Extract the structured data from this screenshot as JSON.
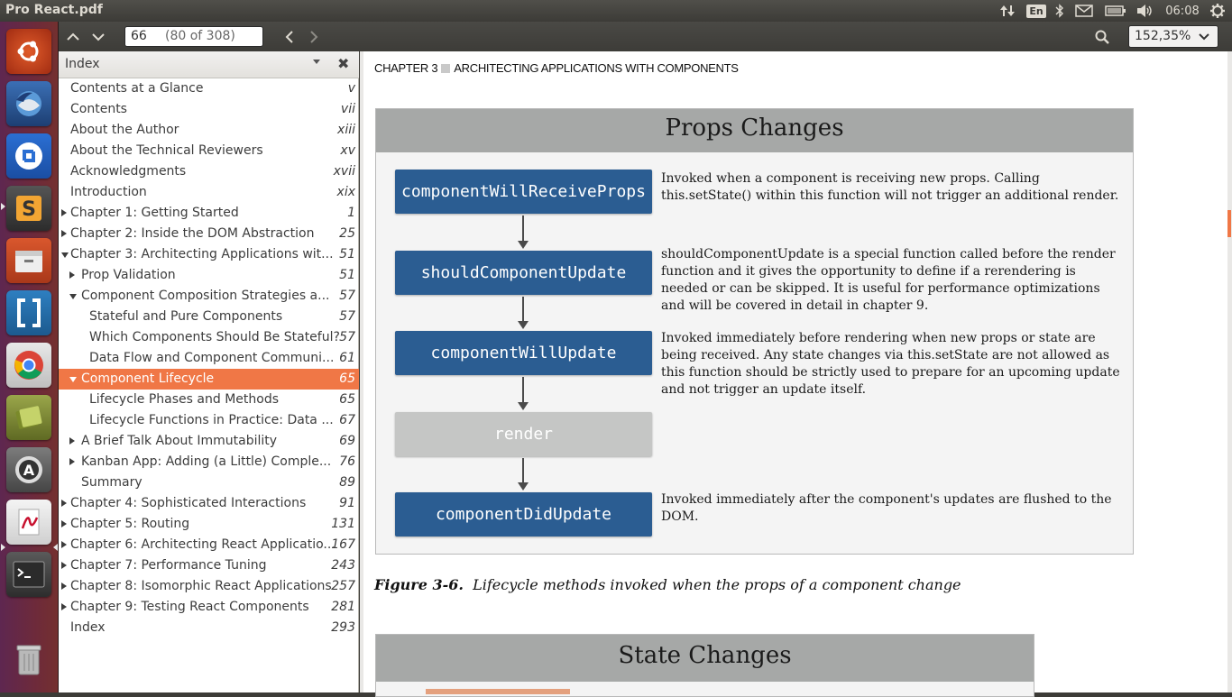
{
  "window": {
    "title": "Pro React.pdf"
  },
  "tray": {
    "lang": "En",
    "clock": "06:08"
  },
  "toolbar": {
    "page_number": "66",
    "page_of": "(80 of 308)",
    "zoom": "152,35%"
  },
  "sidebar": {
    "title": "Index",
    "items": [
      {
        "label": "Contents at a Glance",
        "page": "v",
        "level": 0,
        "expander": "none"
      },
      {
        "label": "Contents",
        "page": "vii",
        "level": 0,
        "expander": "none"
      },
      {
        "label": "About the Author",
        "page": "xiii",
        "level": 0,
        "expander": "none"
      },
      {
        "label": "About the Technical Reviewers",
        "page": "xv",
        "level": 0,
        "expander": "none"
      },
      {
        "label": "Acknowledgments",
        "page": "xvii",
        "level": 0,
        "expander": "none"
      },
      {
        "label": "Introduction",
        "page": "xix",
        "level": 0,
        "expander": "none"
      },
      {
        "label": "Chapter 1: Getting Started",
        "page": "1",
        "level": 0,
        "expander": "right"
      },
      {
        "label": "Chapter 2: Inside the DOM Abstraction",
        "page": "25",
        "level": 0,
        "expander": "right"
      },
      {
        "label": "Chapter 3: Architecting Applications wit...",
        "page": "51",
        "level": 0,
        "expander": "down"
      },
      {
        "label": "Prop Validation",
        "page": "51",
        "level": 1,
        "expander": "right"
      },
      {
        "label": "Component Composition Strategies a...",
        "page": "57",
        "level": 1,
        "expander": "down"
      },
      {
        "label": "Stateful and Pure Components",
        "page": "57",
        "level": 2,
        "expander": "none"
      },
      {
        "label": "Which Components Should Be Stateful?",
        "page": "57",
        "level": 2,
        "expander": "none"
      },
      {
        "label": "Data Flow and Component Communi...",
        "page": "61",
        "level": 2,
        "expander": "none"
      },
      {
        "label": "Component Lifecycle",
        "page": "65",
        "level": 1,
        "expander": "down",
        "selected": true
      },
      {
        "label": "Lifecycle Phases and Methods",
        "page": "65",
        "level": 2,
        "expander": "none"
      },
      {
        "label": "Lifecycle Functions in Practice: Data ...",
        "page": "67",
        "level": 2,
        "expander": "none"
      },
      {
        "label": "A Brief Talk About Immutability",
        "page": "69",
        "level": 1,
        "expander": "right"
      },
      {
        "label": "Kanban App: Adding (a Little) Comple...",
        "page": "76",
        "level": 1,
        "expander": "right"
      },
      {
        "label": "Summary",
        "page": "89",
        "level": 1,
        "expander": "none"
      },
      {
        "label": "Chapter 4: Sophisticated Interactions",
        "page": "91",
        "level": 0,
        "expander": "right"
      },
      {
        "label": "Chapter 5: Routing",
        "page": "131",
        "level": 0,
        "expander": "right"
      },
      {
        "label": "Chapter 6: Architecting React Applicatio...",
        "page": "167",
        "level": 0,
        "expander": "right"
      },
      {
        "label": "Chapter 7: Performance Tuning",
        "page": "243",
        "level": 0,
        "expander": "right"
      },
      {
        "label": "Chapter 8: Isomorphic React Applications",
        "page": "257",
        "level": 0,
        "expander": "right"
      },
      {
        "label": "Chapter 9: Testing React Components",
        "page": "281",
        "level": 0,
        "expander": "right"
      },
      {
        "label": "Index",
        "page": "293",
        "level": 0,
        "expander": "none"
      }
    ]
  },
  "document": {
    "chapter": "CHAPTER 3",
    "chapter_title": "ARCHITECTING APPLICATIONS WITH COMPONENTS",
    "figure": {
      "title": "Props Changes",
      "methods": [
        {
          "name": "componentWillReceiveProps",
          "style": "blue",
          "description": "Invoked when a component is receiving new props. Calling this.setState() within this function will not trigger an additional render."
        },
        {
          "name": "shouldComponentUpdate",
          "style": "blue",
          "description": "shouldComponentUpdate is a special function called before the render function and it gives the opportunity to define if a rerendering is needed or can be skipped. It is useful for performance optimizations and will be covered in detail in chapter 9."
        },
        {
          "name": "componentWillUpdate",
          "style": "blue",
          "description": "Invoked immediately before rendering when new props or state are being received. Any state changes via this.setState are not allowed as this function should be strictly used to prepare for an upcoming update and not trigger an update itself."
        },
        {
          "name": "render",
          "style": "gray",
          "description": ""
        },
        {
          "name": "componentDidUpdate",
          "style": "blue",
          "description": "Invoked immediately after the component's updates are flushed to the DOM."
        }
      ]
    },
    "caption": {
      "number": "Figure 3-6.",
      "text": "Lifecycle methods invoked when the props of a component change"
    },
    "figure2": {
      "title": "State Changes"
    }
  },
  "colors": {
    "accent": "#f07746",
    "method_blue": "#2b5d92",
    "method_gray": "#c5c6c5",
    "panel": "#3c3b37"
  },
  "launcher": {
    "icons": [
      "ubuntu-dash-icon",
      "thunderbird-icon",
      "transfer-app-icon",
      "sublime-text-icon",
      "files-icon",
      "brackets-icon",
      "chrome-icon",
      "books-icon",
      "software-updater-icon",
      "document-viewer-icon",
      "terminal-icon",
      "trash-icon"
    ]
  }
}
